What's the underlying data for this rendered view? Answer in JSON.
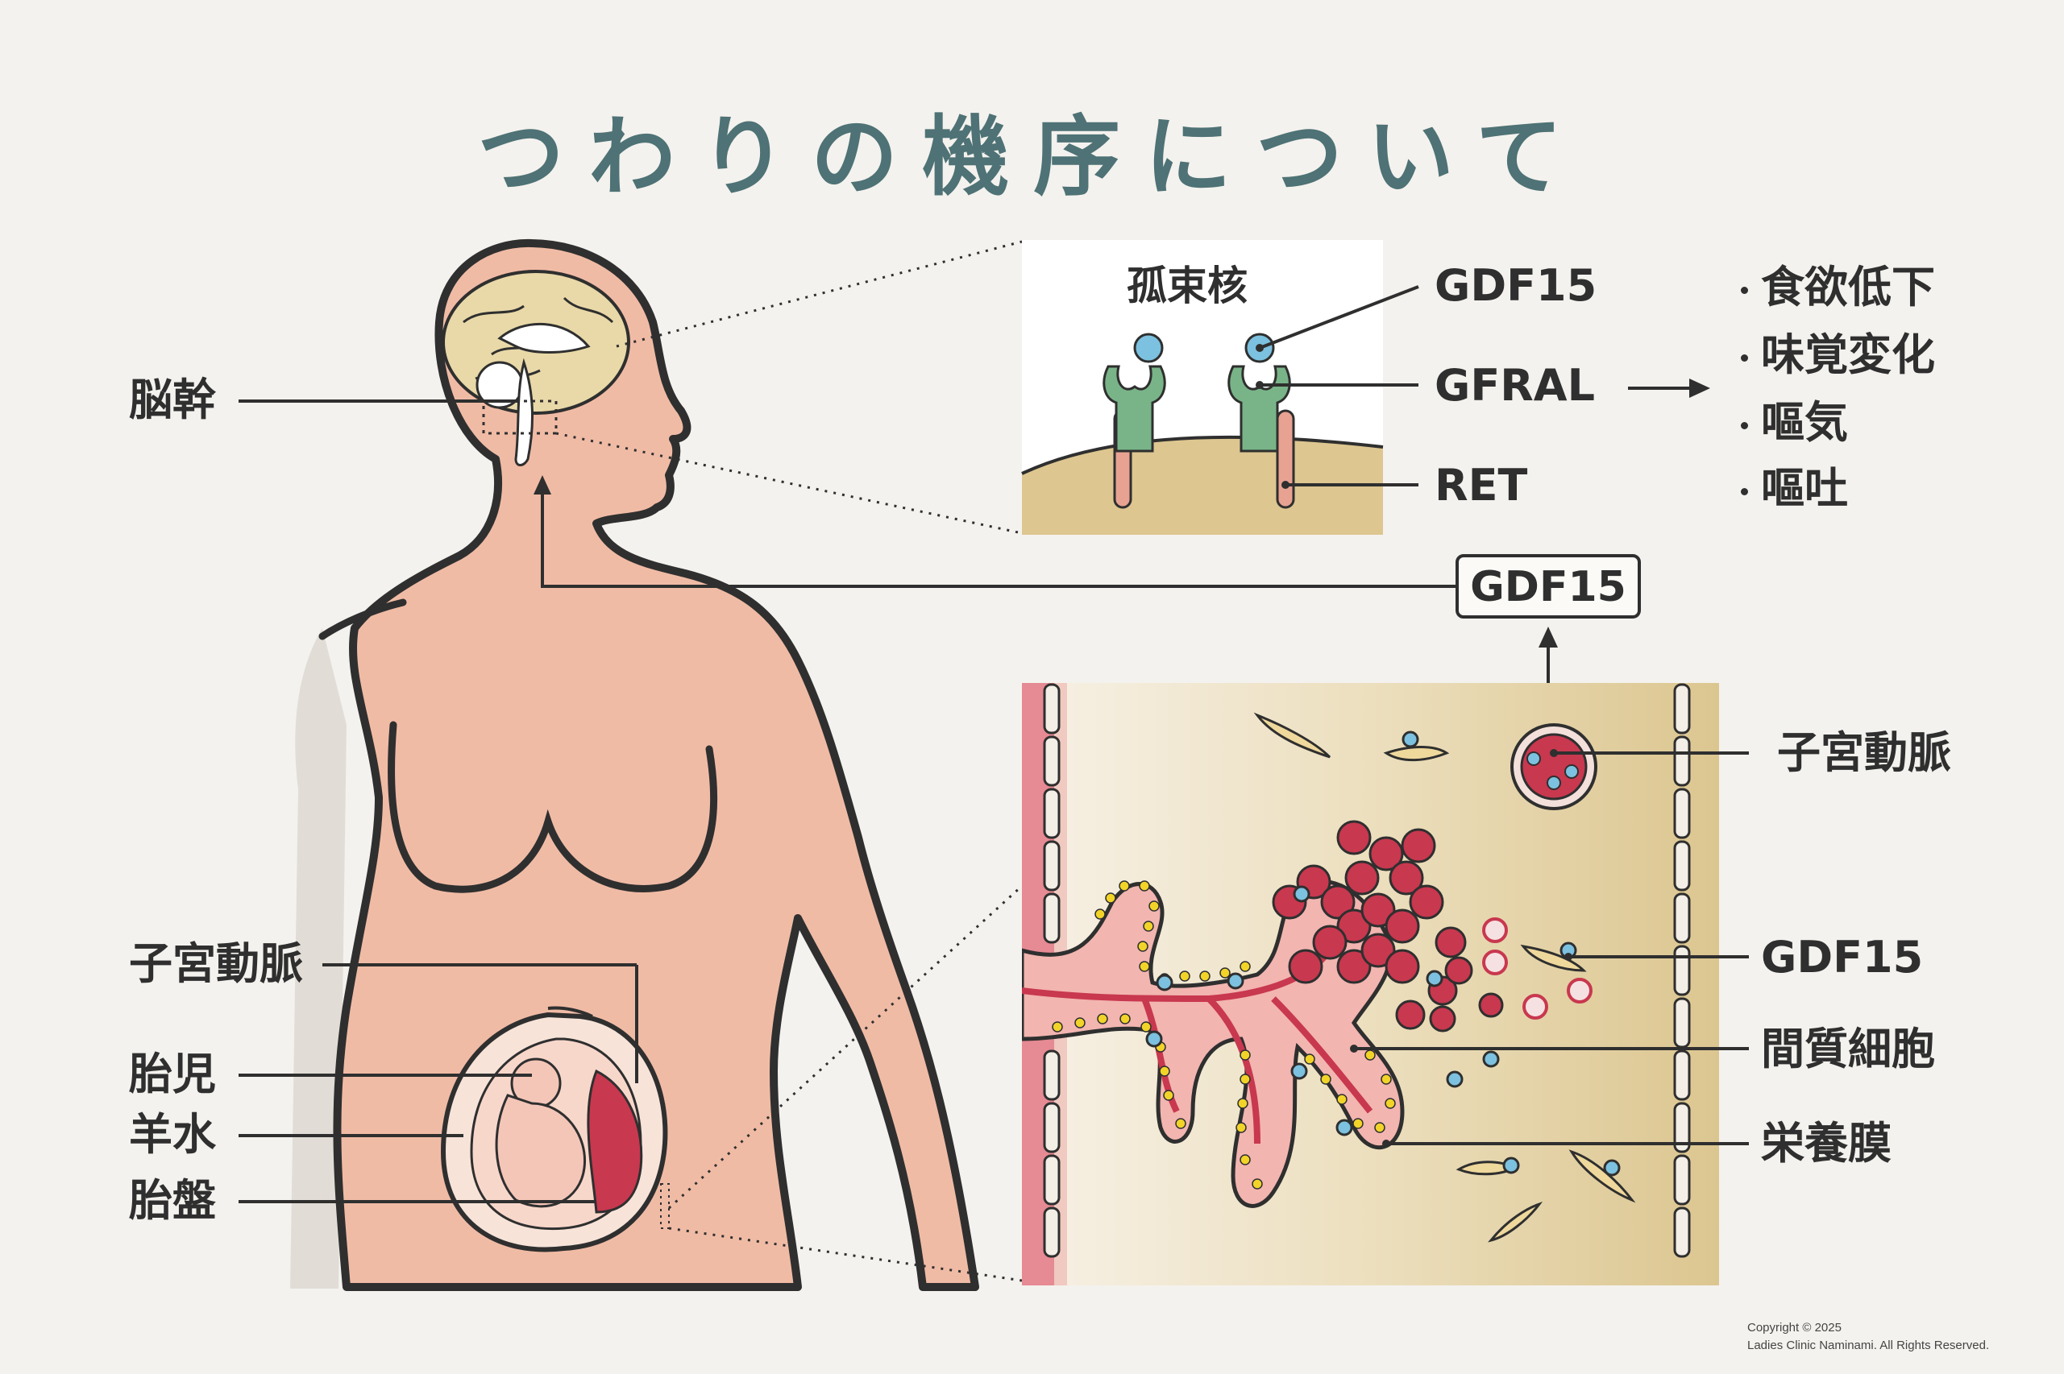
{
  "title": "つわりの機序について",
  "body_labels": {
    "brainstem": "脳幹",
    "uterine_artery": "子宮動脈",
    "fetus": "胎児",
    "amniotic_fluid": "羊水",
    "placenta": "胎盤"
  },
  "brain_panel": {
    "nucleus": "孤束核",
    "gdf15": "GDF15",
    "gfral": "GFRAL",
    "ret": "RET"
  },
  "effects": [
    "食欲低下",
    "味覚変化",
    "嘔気",
    "嘔吐"
  ],
  "gdf15_box": "GDF15",
  "placenta_panel": {
    "uterine_artery": "子宮動脈",
    "gdf15": "GDF15",
    "stroma": "間質細胞",
    "trophoblast": "栄養膜"
  },
  "copyright": {
    "line1": "Copyright © 2025",
    "line2": "Ladies Clinic Naminami. All Rights Reserved."
  },
  "colors": {
    "background": "#f4f2ee",
    "title": "#4e7275",
    "skin": "#f0bba5",
    "outline": "#2f2f2f",
    "receptor_gfral": "#79b488",
    "receptor_ret": "#e8a292",
    "gdf15_particle": "#7cc1df",
    "tissue": "#ddc690",
    "blood_cell": "#c8384f"
  }
}
